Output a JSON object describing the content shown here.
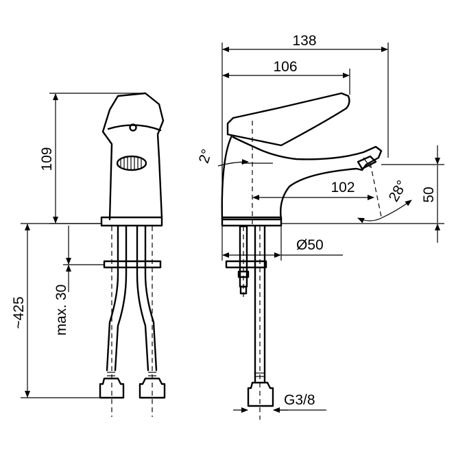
{
  "dimensions": {
    "overall_length": "138",
    "handle_length": "106",
    "height": "109",
    "spout_reach": "102",
    "outlet_height": "50",
    "total_length": "~425",
    "max_thickness": "max. 30",
    "base_diameter": "Ø50",
    "thread": "G3/8",
    "handle_angle": "2°",
    "outlet_angle": "28°"
  }
}
